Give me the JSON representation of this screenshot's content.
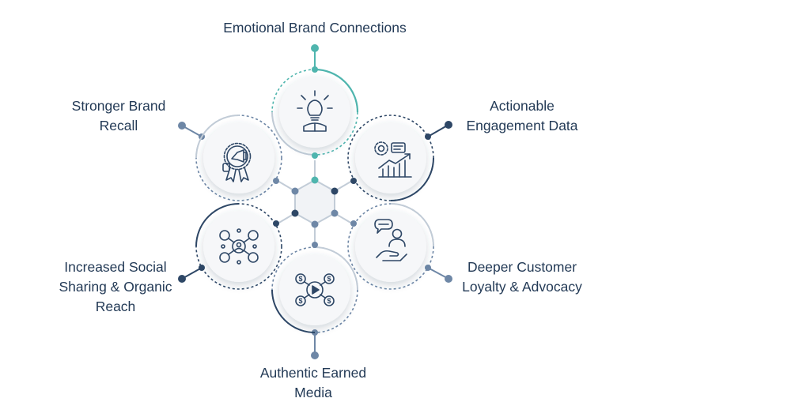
{
  "diagram": {
    "colors": {
      "text": "#233a56",
      "navy": "#2e4766",
      "teal": "#4fb5ae",
      "slate": "#6e87a6",
      "ring_gray": "#c2ccd7",
      "hub_fill": "#f1f3f6",
      "disc_fill": "#f6f7f9"
    },
    "center_hub": {
      "name": "hexagon-hub"
    },
    "nodes": [
      {
        "id": "emotional",
        "icon": "lightbulb-person-icon",
        "accent": "teal",
        "label_lines": [
          "Emotional Brand Connections"
        ]
      },
      {
        "id": "actionable",
        "icon": "gear-chart-growth-icon",
        "accent": "navy",
        "label_lines": [
          "Actionable",
          "Engagement Data"
        ]
      },
      {
        "id": "loyalty",
        "icon": "hand-person-chat-icon",
        "accent": "slate",
        "label_lines": [
          "Deeper Customer",
          "Loyalty & Advocacy"
        ]
      },
      {
        "id": "earned",
        "icon": "video-dollar-network-icon",
        "accent": "slate",
        "label_lines": [
          "Authentic Earned",
          "Media"
        ]
      },
      {
        "id": "social",
        "icon": "people-network-icon",
        "accent": "navy",
        "label_lines": [
          "Increased Social",
          "Sharing & Organic",
          "Reach"
        ]
      },
      {
        "id": "recall",
        "icon": "megaphone-award-icon",
        "accent": "slate",
        "label_lines": [
          "Stronger Brand",
          "Recall"
        ]
      }
    ]
  }
}
